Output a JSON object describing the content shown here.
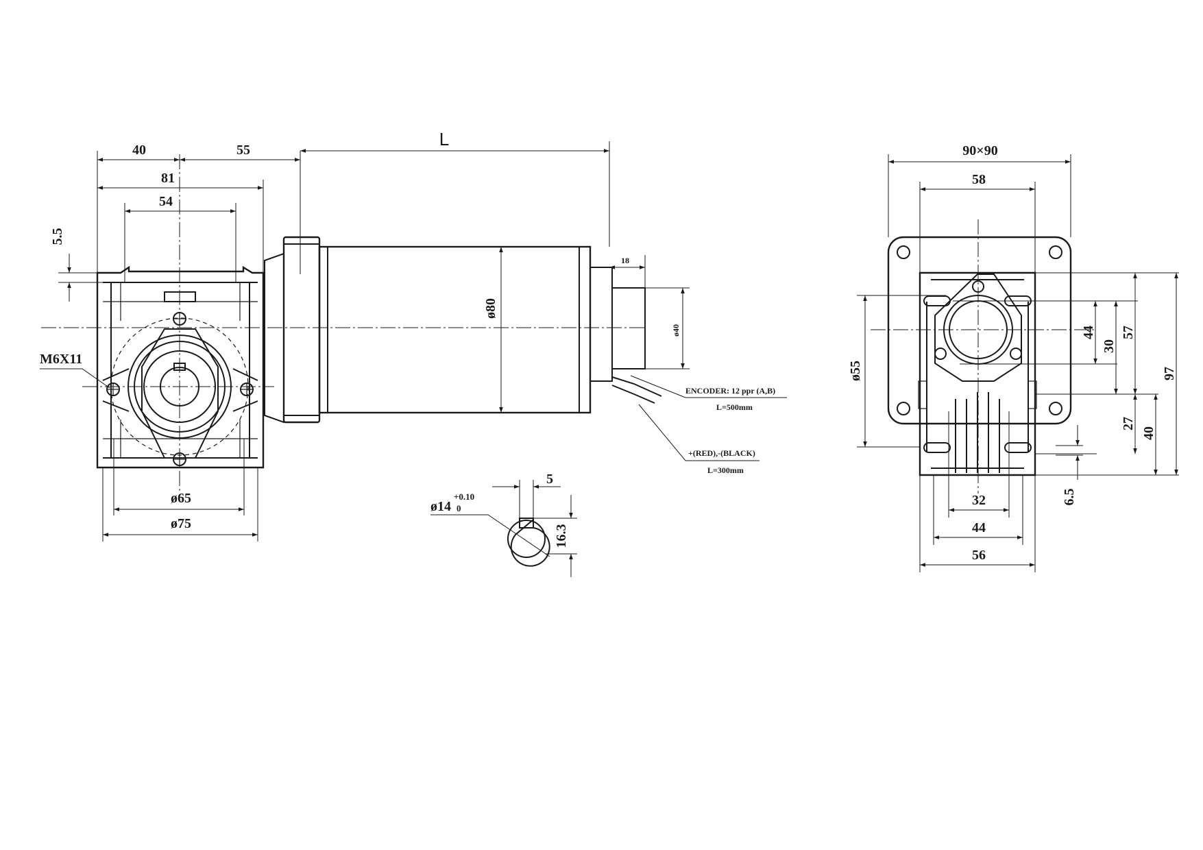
{
  "front_view": {
    "dim_40": "40",
    "dim_55": "55",
    "dim_81": "81",
    "dim_54": "54",
    "dim_5_5": "5.5",
    "thread_label": "M6X11",
    "dia_65": "ø65",
    "dia_75": "ø75"
  },
  "motor": {
    "length_label": "L",
    "dia_80": "ø80",
    "dim_18": "18",
    "dia_40": "ø40",
    "encoder_label": "ENCODER: 12 ppr (A,B)",
    "encoder_cable": "L=500mm",
    "power_label": "+(RED),-(BLACK)",
    "power_cable": "L=300mm"
  },
  "shaft_detail": {
    "dia_label": "ø14",
    "tol_upper": "+0.10",
    "tol_lower": "0",
    "key_width": "5",
    "key_depth": "16.3"
  },
  "side_view": {
    "flange": "90×90",
    "dim_58": "58",
    "dia_55": "ø55",
    "dim_57": "57",
    "dim_44_v": "44",
    "dim_30": "30",
    "dim_97": "97",
    "dim_27": "27",
    "dim_40_v": "40",
    "dim_6_5": "6.5",
    "dim_32": "32",
    "dim_44_h": "44",
    "dim_56": "56"
  }
}
